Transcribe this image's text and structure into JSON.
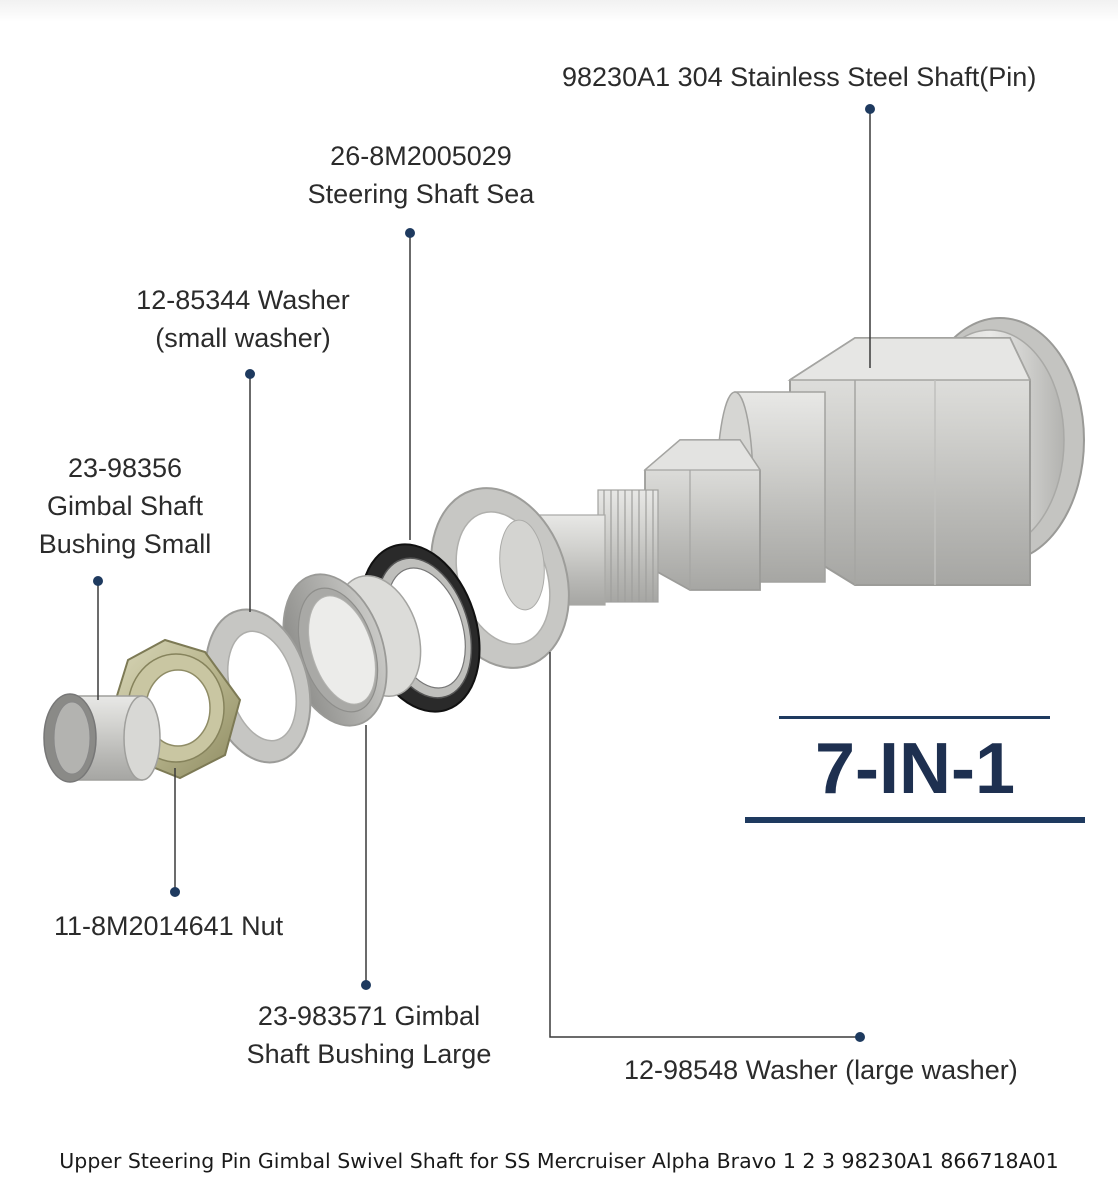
{
  "callouts": {
    "shaft_pin": {
      "code": "98230A1 304 Stainless Steel Shaft(Pin)"
    },
    "shaft_seal": {
      "line1": "26-8M2005029",
      "line2": "Steering Shaft Sea"
    },
    "small_washer": {
      "line1": "12-85344 Washer",
      "line2": "(small washer)"
    },
    "bushing_small": {
      "line1": "23-98356",
      "line2": "Gimbal Shaft",
      "line3": "Bushing Small"
    },
    "nut": {
      "text": "11-8M2014641 Nut"
    },
    "bushing_large": {
      "line1": "23-983571 Gimbal",
      "line2": "Shaft Bushing Large"
    },
    "large_washer": {
      "text": "12-98548 Washer (large washer)"
    }
  },
  "badge": {
    "text": "7-IN-1"
  },
  "caption": "Upper Steering Pin Gimbal Swivel Shaft for SS Mercruiser Alpha Bravo 1 2 3 98230A1 866718A01",
  "colors": {
    "accent": "#1e3a5f",
    "label_text": "#2b2b2b",
    "leader": "#3a3a3a"
  }
}
